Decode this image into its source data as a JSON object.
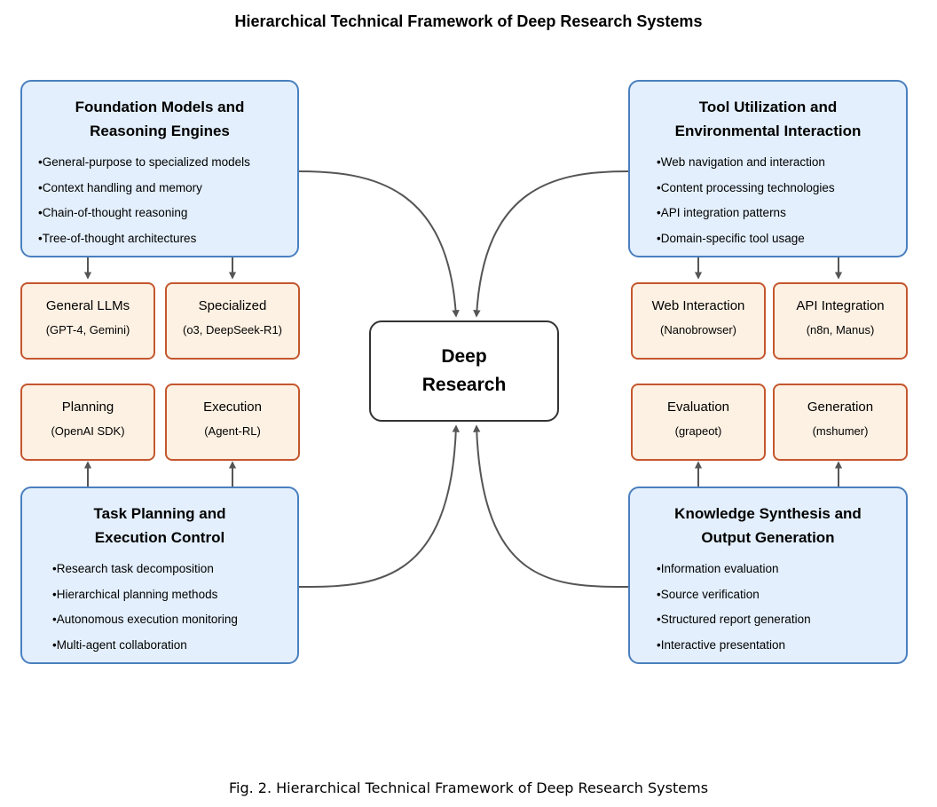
{
  "title": "Hierarchical Technical Framework of Deep Research Systems",
  "caption": "Fig. 2. Hierarchical Technical Framework of Deep Research Systems",
  "center": {
    "label": "Deep Research"
  },
  "colors": {
    "main_fill": "#e3effc",
    "main_border": "#4a7fbf",
    "sub_fill": "#fdf1e3",
    "sub_border": "#c4572e",
    "arrow": "#555555"
  },
  "foundation": {
    "title": "Foundation Models and Reasoning Engines",
    "items": [
      "General-purpose to specialized models",
      "Context handling and memory",
      "Chain-of-thought reasoning",
      "Tree-of-thought architectures"
    ],
    "subs": [
      {
        "name": "General LLMs",
        "examples": "(GPT-4, Gemini)"
      },
      {
        "name": "Specialized",
        "examples": "(o3, DeepSeek-R1)"
      }
    ]
  },
  "tools": {
    "title": "Tool Utilization and Environmental Interaction",
    "items": [
      "Web navigation and interaction",
      "Content processing technologies",
      "API integration patterns",
      "Domain-specific tool usage"
    ],
    "subs": [
      {
        "name": "Web Interaction",
        "examples": "(Nanobrowser)"
      },
      {
        "name": "API Integration",
        "examples": "(n8n, Manus)"
      }
    ]
  },
  "planning": {
    "title": "Task Planning and Execution Control",
    "items": [
      "Research task decomposition",
      "Hierarchical planning methods",
      "Autonomous execution monitoring",
      "Multi-agent collaboration"
    ],
    "subs": [
      {
        "name": "Planning",
        "examples": "(OpenAI SDK)"
      },
      {
        "name": "Execution",
        "examples": "(Agent-RL)"
      }
    ]
  },
  "synthesis": {
    "title": "Knowledge Synthesis and Output Generation",
    "items": [
      "Information evaluation",
      "Source verification",
      "Structured report generation",
      "Interactive presentation"
    ],
    "subs": [
      {
        "name": "Evaluation",
        "examples": "(grapeot)"
      },
      {
        "name": "Generation",
        "examples": "(mshumer)"
      }
    ]
  }
}
